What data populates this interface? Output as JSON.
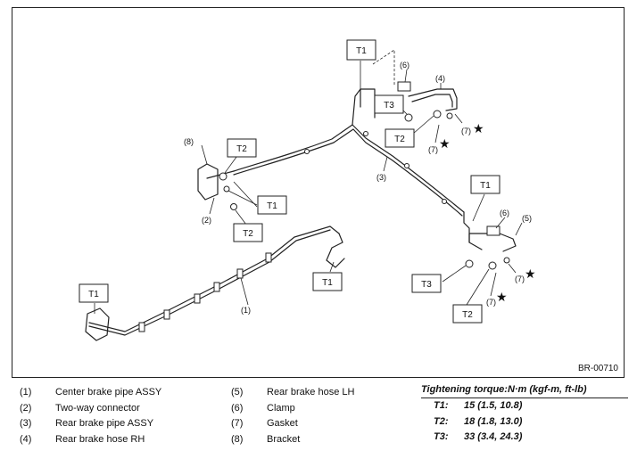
{
  "diagram_code": "BR-00710",
  "torque_labels": {
    "t1": "T1",
    "t2": "T2",
    "t3": "T3"
  },
  "callouts": {
    "c1": "(1)",
    "c2": "(2)",
    "c3": "(3)",
    "c4": "(4)",
    "c5": "(5)",
    "c6": "(6)",
    "c7": "(7)",
    "c8": "(8)",
    "star": "★"
  },
  "legend": {
    "left": [
      {
        "num": "(1)",
        "name": "Center brake pipe ASSY"
      },
      {
        "num": "(2)",
        "name": "Two-way connector"
      },
      {
        "num": "(3)",
        "name": "Rear brake pipe ASSY"
      },
      {
        "num": "(4)",
        "name": "Rear brake hose RH"
      }
    ],
    "middle": [
      {
        "num": "(5)",
        "name": "Rear brake hose LH"
      },
      {
        "num": "(6)",
        "name": "Clamp"
      },
      {
        "num": "(7)",
        "name": "Gasket"
      },
      {
        "num": "(8)",
        "name": "Bracket"
      }
    ]
  },
  "torque_table": {
    "title": "Tightening torque:N·m (kgf-m, ft-lb)",
    "rows": [
      {
        "key": "T1:",
        "value": "15 (1.5, 10.8)"
      },
      {
        "key": "T2:",
        "value": "18 (1.8, 13.0)"
      },
      {
        "key": "T3:",
        "value": "33 (3.4, 24.3)"
      }
    ]
  }
}
